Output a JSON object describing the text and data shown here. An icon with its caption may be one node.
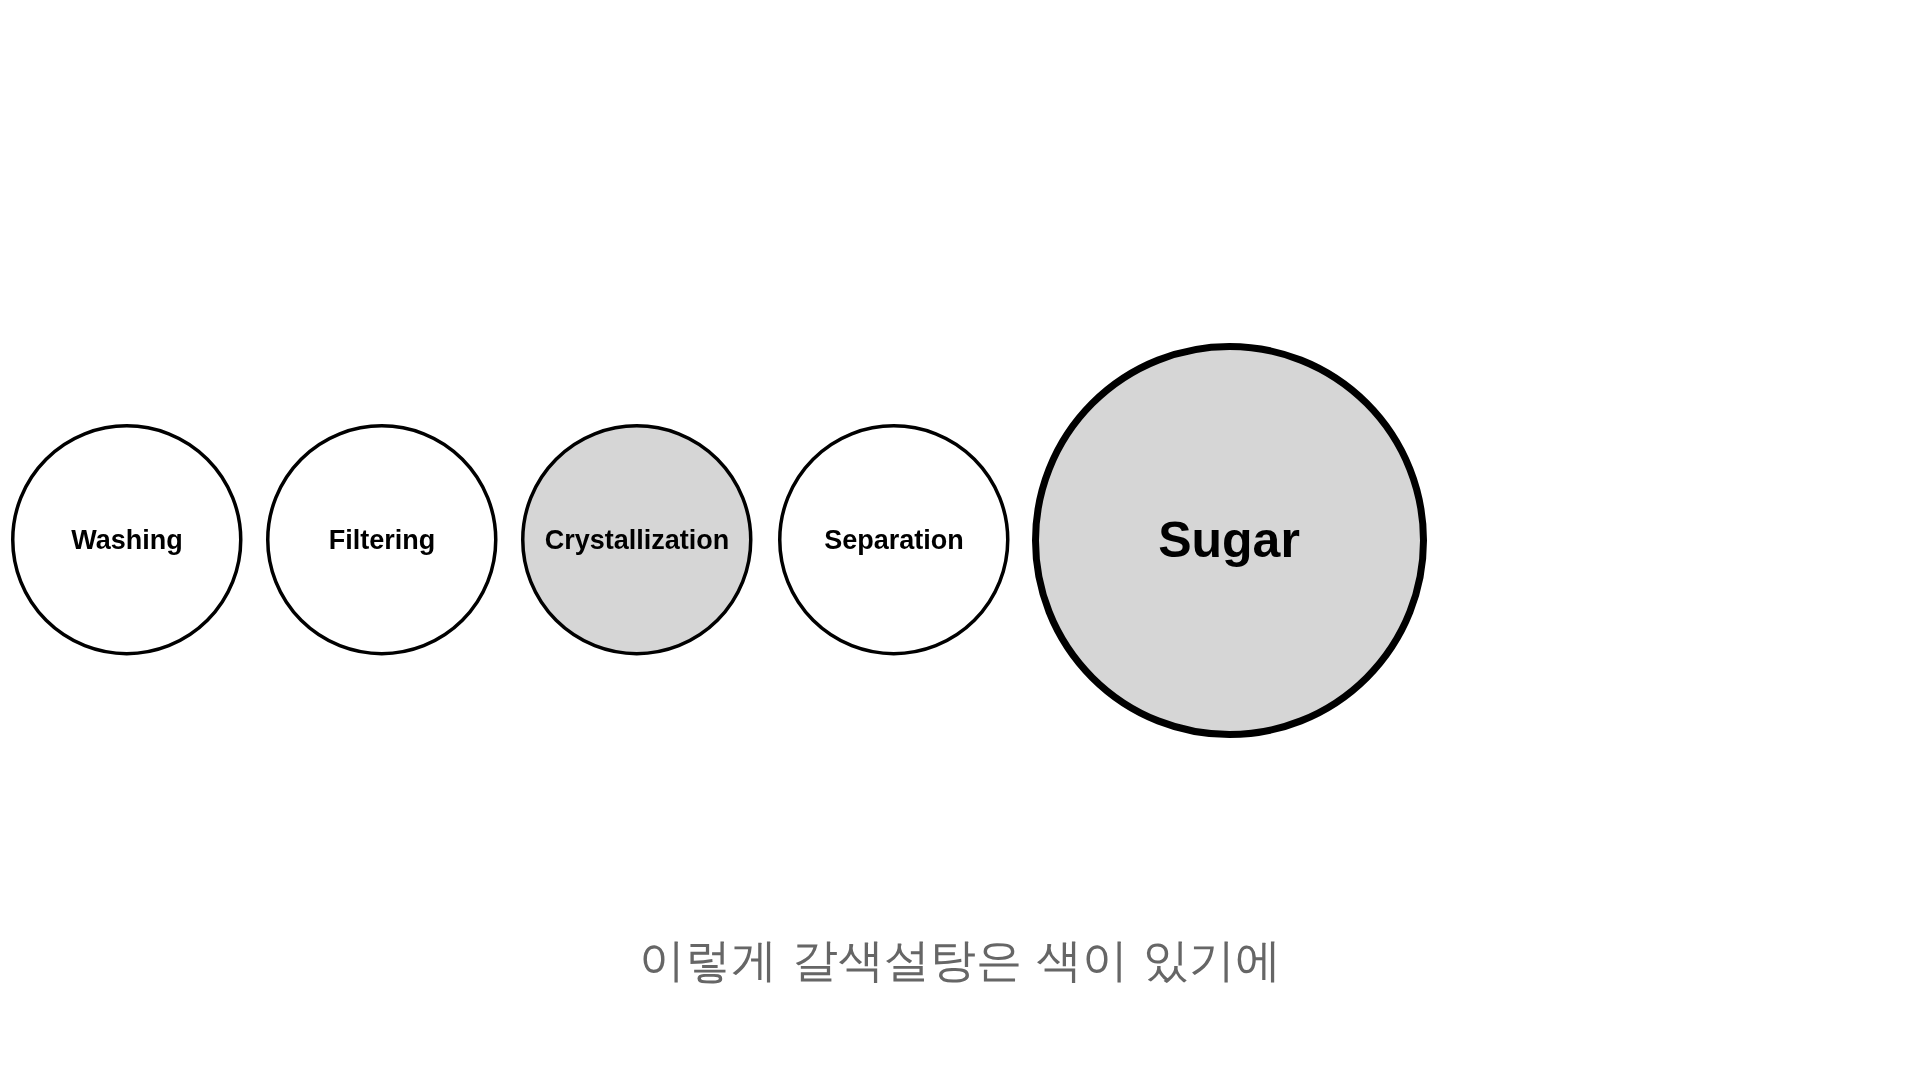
{
  "diagram": {
    "nodes": [
      {
        "text": [
          "Washing"
        ]
      },
      {
        "text": [
          "Filtering"
        ]
      },
      {
        "text": [
          "Crystallization"
        ]
      },
      {
        "text": [
          "Separation"
        ]
      },
      {
        "text": [
          "Sugar"
        ]
      }
    ],
    "caption": "이렇게 갈색설탕은 색이 있기에"
  }
}
